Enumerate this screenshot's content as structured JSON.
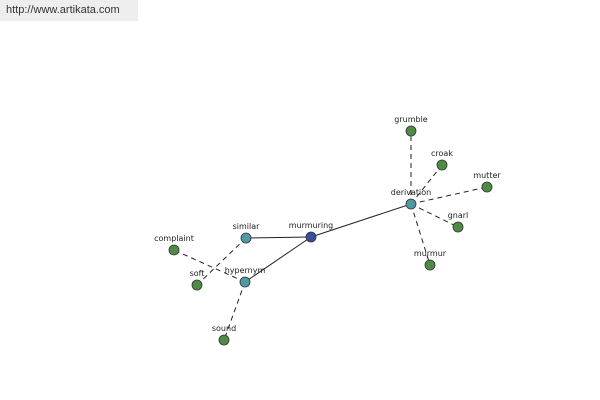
{
  "header": {
    "url": "http://www.artikata.com"
  },
  "colors": {
    "center": "#3b4d9a",
    "relation": "#4f9aa3",
    "leaf": "#4e8c44",
    "stroke": "#333333",
    "edge": "#222222"
  },
  "graph": {
    "nodes": [
      {
        "id": "murmuring",
        "label": "murmuring",
        "kind": "center"
      },
      {
        "id": "derivation",
        "label": "derivation",
        "kind": "relation"
      },
      {
        "id": "similar",
        "label": "similar",
        "kind": "relation"
      },
      {
        "id": "hypernym",
        "label": "hypernym",
        "kind": "relation"
      },
      {
        "id": "grumble",
        "label": "grumble",
        "kind": "leaf"
      },
      {
        "id": "croak",
        "label": "croak",
        "kind": "leaf"
      },
      {
        "id": "mutter",
        "label": "mutter",
        "kind": "leaf"
      },
      {
        "id": "gnarl",
        "label": "gnarl",
        "kind": "leaf"
      },
      {
        "id": "murmur",
        "label": "murmur",
        "kind": "leaf"
      },
      {
        "id": "complaint",
        "label": "complaint",
        "kind": "leaf"
      },
      {
        "id": "soft",
        "label": "soft",
        "kind": "leaf"
      },
      {
        "id": "sound",
        "label": "sound",
        "kind": "leaf"
      }
    ],
    "edges": [
      {
        "from": "murmuring",
        "to": "derivation",
        "style": "solid"
      },
      {
        "from": "murmuring",
        "to": "similar",
        "style": "solid"
      },
      {
        "from": "murmuring",
        "to": "hypernym",
        "style": "solid"
      },
      {
        "from": "derivation",
        "to": "grumble",
        "style": "dashed"
      },
      {
        "from": "derivation",
        "to": "croak",
        "style": "dashed"
      },
      {
        "from": "derivation",
        "to": "mutter",
        "style": "dashed"
      },
      {
        "from": "derivation",
        "to": "gnarl",
        "style": "dashed"
      },
      {
        "from": "derivation",
        "to": "murmur",
        "style": "dashed"
      },
      {
        "from": "similar",
        "to": "soft",
        "style": "dashed"
      },
      {
        "from": "hypernym",
        "to": "complaint",
        "style": "dashed"
      },
      {
        "from": "hypernym",
        "to": "sound",
        "style": "dashed"
      }
    ]
  }
}
